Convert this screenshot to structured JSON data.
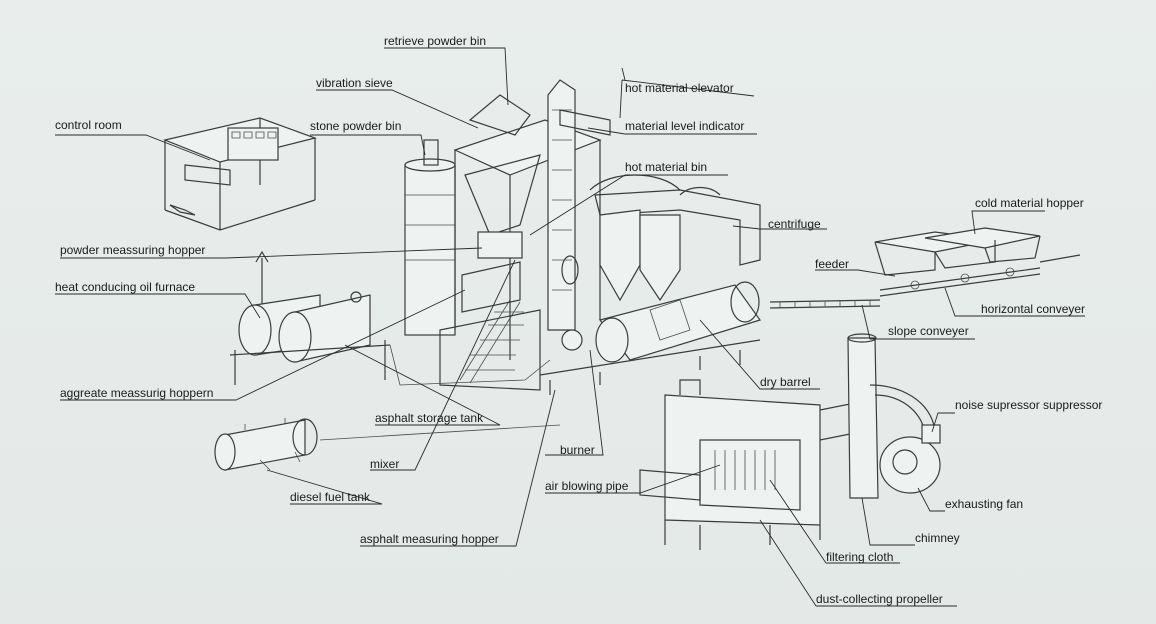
{
  "labels": {
    "retrieve_powder_bin": "retrieve  powder bin",
    "vibration_sieve": "vibration sieve",
    "hot_material_elevator": "hot material elevator",
    "control_room": "control room",
    "stone_powder_bin": "stone powder bin",
    "material_level_indicator": "material level indicator",
    "hot_material_bin": "hot material bin",
    "centrifuge": "centrifuge",
    "cold_material_hopper": "cold material hopper",
    "powder_measuring_hopper": "powder meassuring hopper",
    "feeder": "feeder",
    "heat_oil_furnace": "heat conducing oil furnace",
    "horizontal_conveyer": "horizontal conveyer",
    "slope_conveyer": "slope conveyer",
    "aggregate_measuring_hopper": "aggreate meassurig hoppern",
    "dry_barrel": "dry barrel",
    "asphalt_storage_tank": "asphalt storage tank",
    "noise_suppressor": "noise supressor suppressor",
    "burner": "burner",
    "mixer": "mixer",
    "air_blowing_pipe": "air blowing pipe",
    "exhausting_fan": "exhausting fan",
    "diesel_fuel_tank": "diesel fuel tank",
    "chimney": "chimney",
    "asphalt_measuring_hopper": "asphalt measuring hopper",
    "filtering_cloth": "filtering cloth",
    "dust_collecting_propeller": "dust-collecting propeller"
  }
}
